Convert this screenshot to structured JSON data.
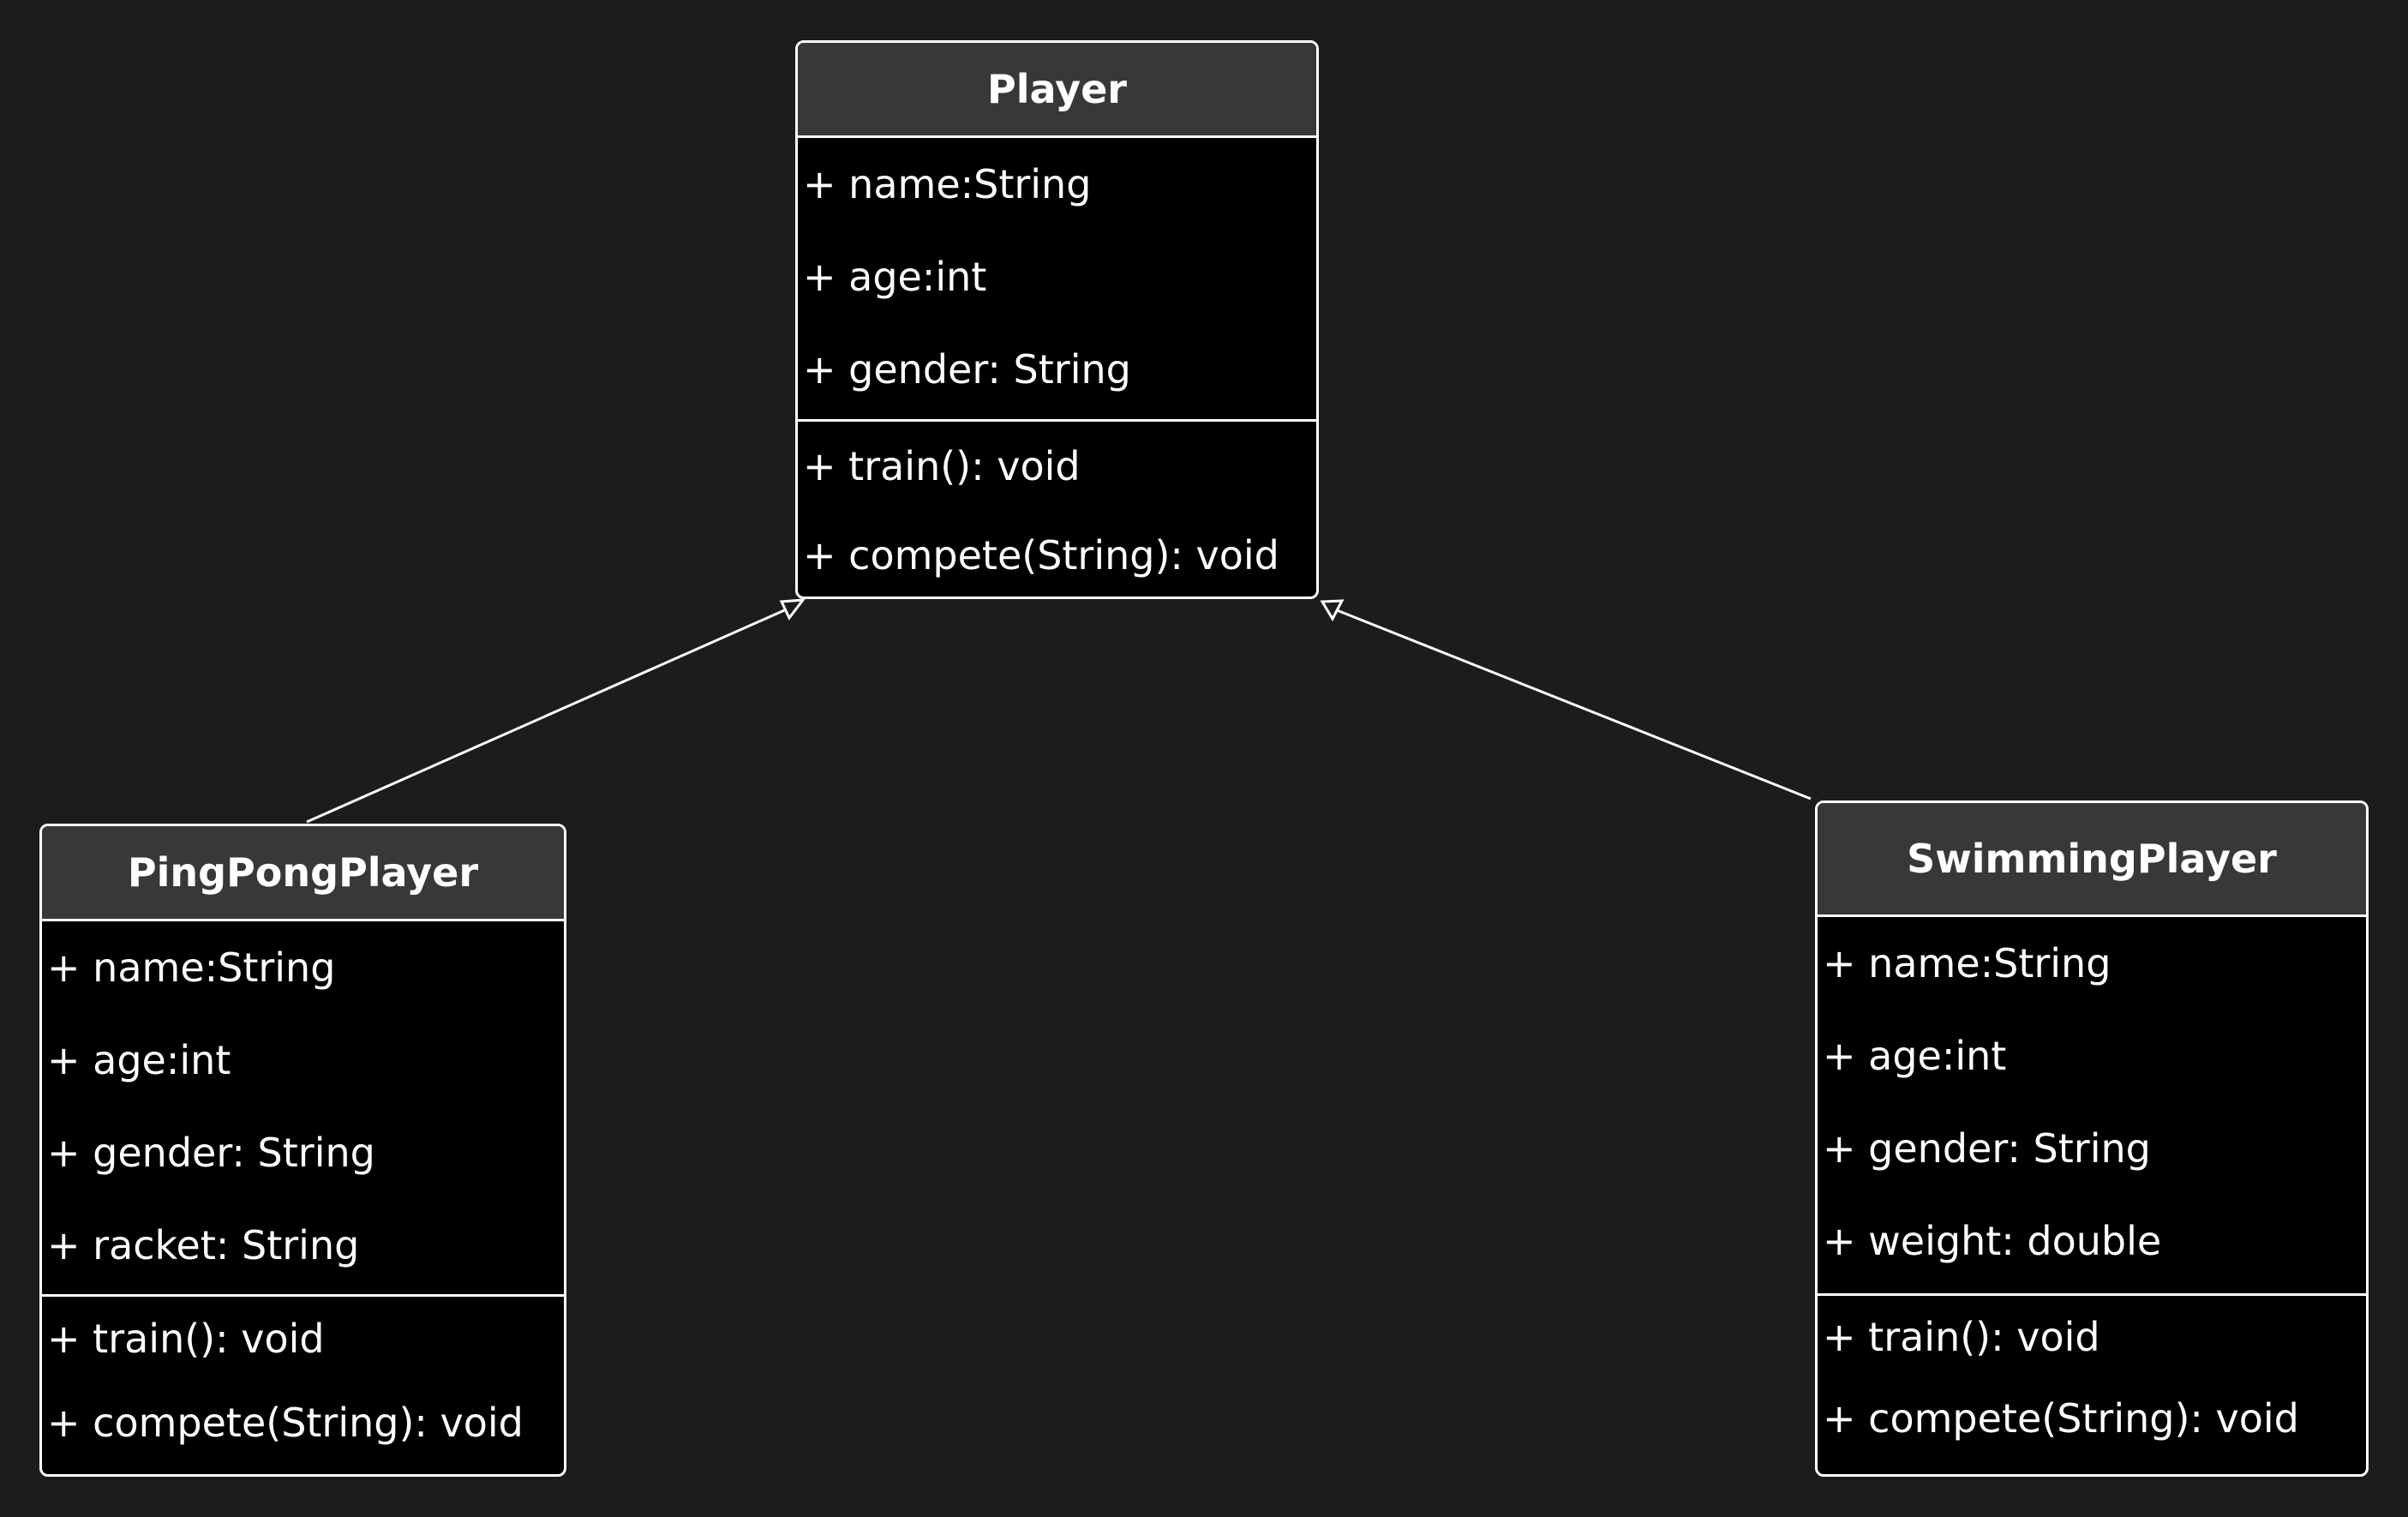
{
  "classes": {
    "player": {
      "name": "Player",
      "attributes": [
        "+ name:String",
        "+ age:int",
        "+ gender: String"
      ],
      "methods": [
        "+ train(): void",
        "+ compete(String): void"
      ]
    },
    "pingpong": {
      "name": "PingPongPlayer",
      "attributes": [
        "+ name:String",
        "+ age:int",
        "+ gender: String",
        "+ racket: String"
      ],
      "methods": [
        "+ train(): void",
        "+ compete(String): void"
      ]
    },
    "swimming": {
      "name": "SwimmingPlayer",
      "attributes": [
        "+ name:String",
        "+ age:int",
        "+ gender: String",
        "+ weight: double"
      ],
      "methods": [
        "+ train(): void",
        "+ compete(String): void"
      ]
    }
  },
  "relations": [
    {
      "type": "generalization",
      "from": "PingPongPlayer",
      "to": "Player"
    },
    {
      "type": "generalization",
      "from": "SwimmingPlayer",
      "to": "Player"
    }
  ],
  "colors": {
    "background": "#1c1c1c",
    "box_fill": "#000000",
    "header_fill": "#383838",
    "stroke": "#ffffff",
    "text": "#ffffff"
  }
}
